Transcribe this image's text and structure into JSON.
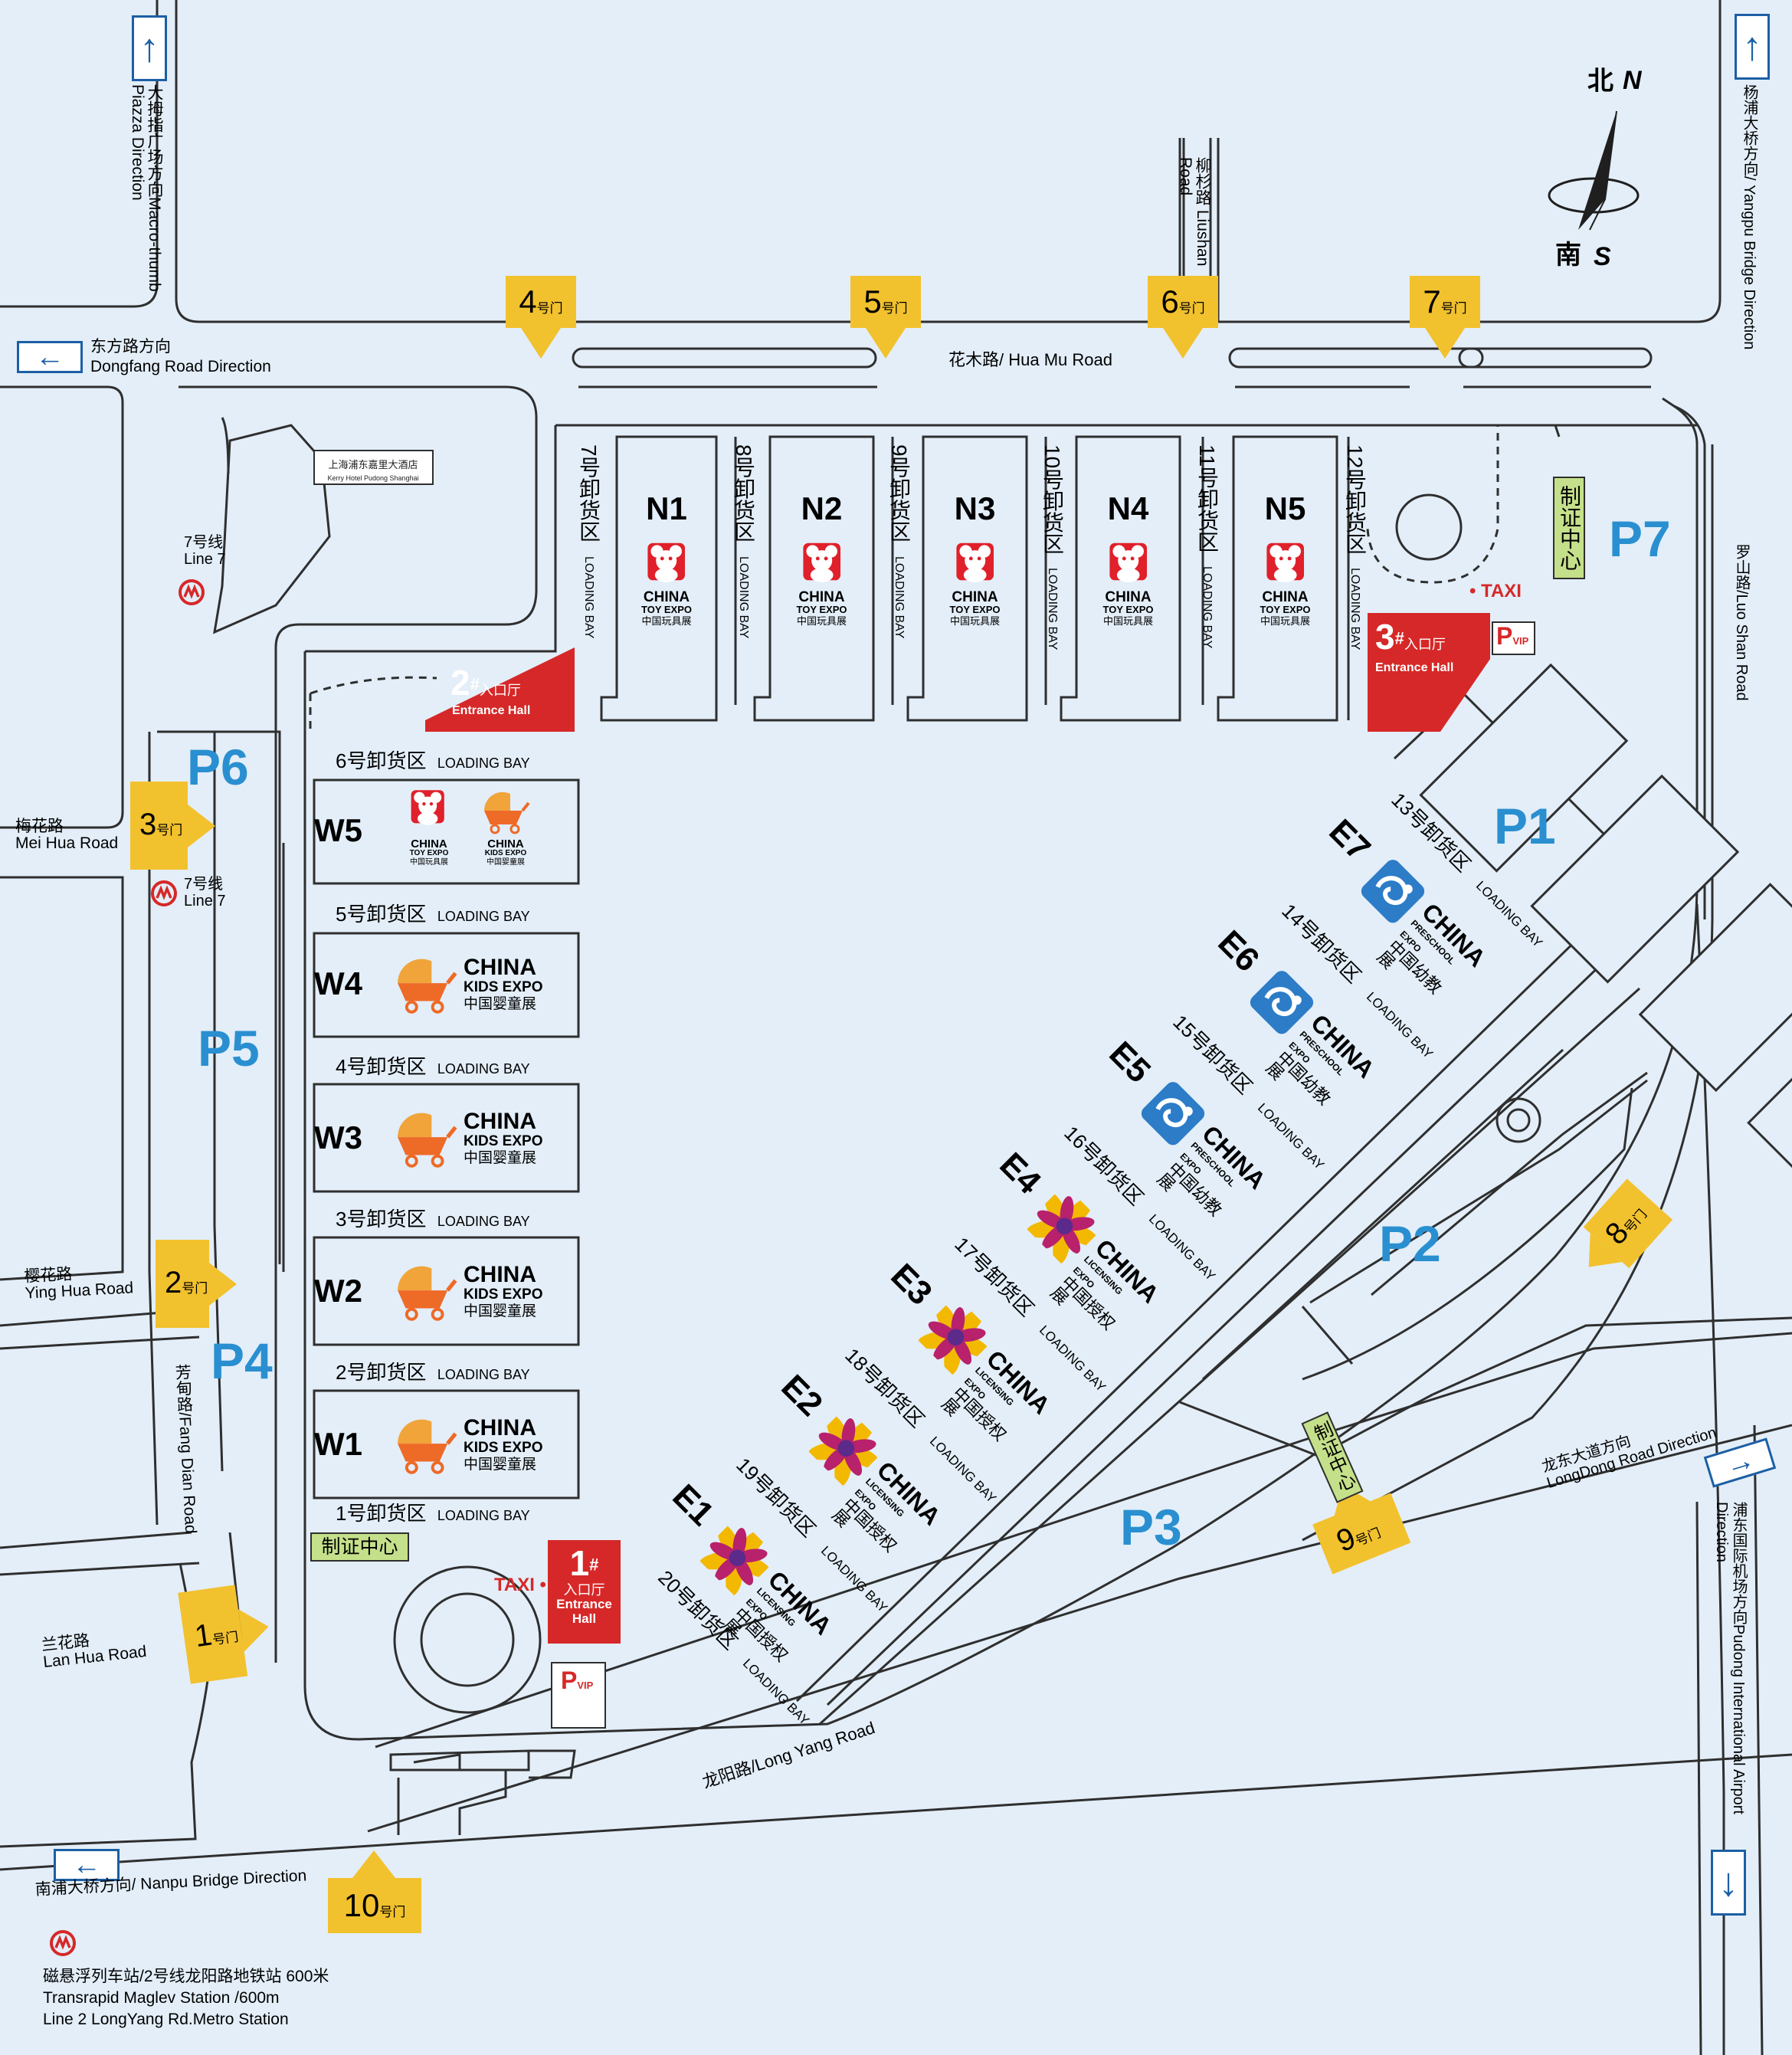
{
  "colors": {
    "background": "#e3eef8",
    "gate": "#f2c12e",
    "entrance": "#d62828",
    "parking": "#2a8fd0",
    "road": "#2f2f2f",
    "badge_green": "#c5e08a"
  },
  "compass": {
    "north_cn": "北",
    "north_en": "N",
    "south_cn": "南",
    "south_en": "S"
  },
  "roads": {
    "hua_mu": "花木路/ Hua Mu Road",
    "liushan_cn": "柳杉路",
    "liushan_en": "Liushan Road",
    "dongfang_cn": "东方路方向",
    "dongfang_en": "Dongfang Road Direction",
    "macro_cn": "大拇指广场方向",
    "macro_en": "Macro-thumb Piazza Direction",
    "yangpu": "杨浦大桥方向/ Yangpu Bridge Direction",
    "luoshan": "罗山路/Luo Shan Road",
    "meihua_cn": "梅花路",
    "meihua_en": "Mei Hua Road",
    "yinghua_cn": "樱花路",
    "yinghua_en": "Ying Hua Road",
    "lanhua_cn": "兰花路",
    "lanhua_en": "Lan Hua Road",
    "fangdian": "芳甸路/Fang Dian Road",
    "longyang": "龙阳路/Long Yang Road",
    "longdong_cn": "龙东大道方向",
    "longdong_en": "LongDong Road Direction",
    "nanpu": "南浦大桥方向/ Nanpu Bridge Direction",
    "pudong_cn": "浦东国际机场方向",
    "pudong_en": "Pudong International Airport Direction"
  },
  "metro": {
    "line7": "7号线",
    "line7_en": "Line 7",
    "station_1": "磁悬浮列车站/2号线龙阳路地铁站  600米",
    "station_2": "Transrapid Maglev Station  /600m",
    "station_3": "Line 2 LongYang Rd.Metro Station"
  },
  "hotel": {
    "cn": "上海浦东嘉里大酒店",
    "en": "Kerry Hotel Pudong Shanghai"
  },
  "gate_suffix": "号门",
  "gates": [
    "1",
    "2",
    "3",
    "4",
    "5",
    "6",
    "7",
    "8",
    "9",
    "10"
  ],
  "parking": [
    "P1",
    "P2",
    "P3",
    "P4",
    "P5",
    "P6",
    "P7"
  ],
  "entrances": {
    "num1": "1",
    "num2": "2",
    "num3": "3",
    "hash": "#",
    "cn": "入口厅",
    "en1": "Entrance",
    "en2": "Hall",
    "en": "Entrance Hall"
  },
  "taxi": "TAXI",
  "vip": {
    "p": "P",
    "v": "VIP"
  },
  "cert": "制证中心",
  "north_halls": [
    "N1",
    "N2",
    "N3",
    "N4",
    "N5"
  ],
  "north_bays": [
    {
      "cn": "7号卸货区",
      "en": "LOADING BAY"
    },
    {
      "cn": "8号卸货区",
      "en": "LOADING BAY"
    },
    {
      "cn": "9号卸货区",
      "en": "LOADING BAY"
    },
    {
      "cn": "10号卸货区",
      "en": "LOADING BAY"
    },
    {
      "cn": "11号卸货区",
      "en": "LOADING BAY"
    },
    {
      "cn": "12号卸货区",
      "en": "LOADING BAY"
    }
  ],
  "west_halls": [
    "W5",
    "W4",
    "W3",
    "W2",
    "W1"
  ],
  "west_bays": [
    "6号卸货区",
    "5号卸货区",
    "4号卸货区",
    "3号卸货区",
    "2号卸货区",
    "1号卸货区"
  ],
  "loading_bay": "LOADING BAY",
  "east_halls": [
    "E7",
    "E6",
    "E5",
    "E4",
    "E3",
    "E2",
    "E1"
  ],
  "east_bays": [
    "13号卸货区",
    "14号卸货区",
    "15号卸货区",
    "16号卸货区",
    "17号卸货区",
    "18号卸货区",
    "19号卸货区",
    "20号卸货区"
  ],
  "expos": {
    "toy": {
      "l1": "CHINA",
      "l2": "TOY EXPO",
      "l3": "中国玩具展"
    },
    "kids": {
      "l1": "CHINA",
      "l2": "KIDS EXPO",
      "l3": "中国婴童展"
    },
    "preschool": {
      "l1": "CHINA",
      "l2": "PRESCHOOL EXPO",
      "l3": "中国幼教展"
    },
    "licensing": {
      "l1": "CHINA",
      "l2": "LICENSING EXPO",
      "l3": "中国授权展"
    }
  }
}
